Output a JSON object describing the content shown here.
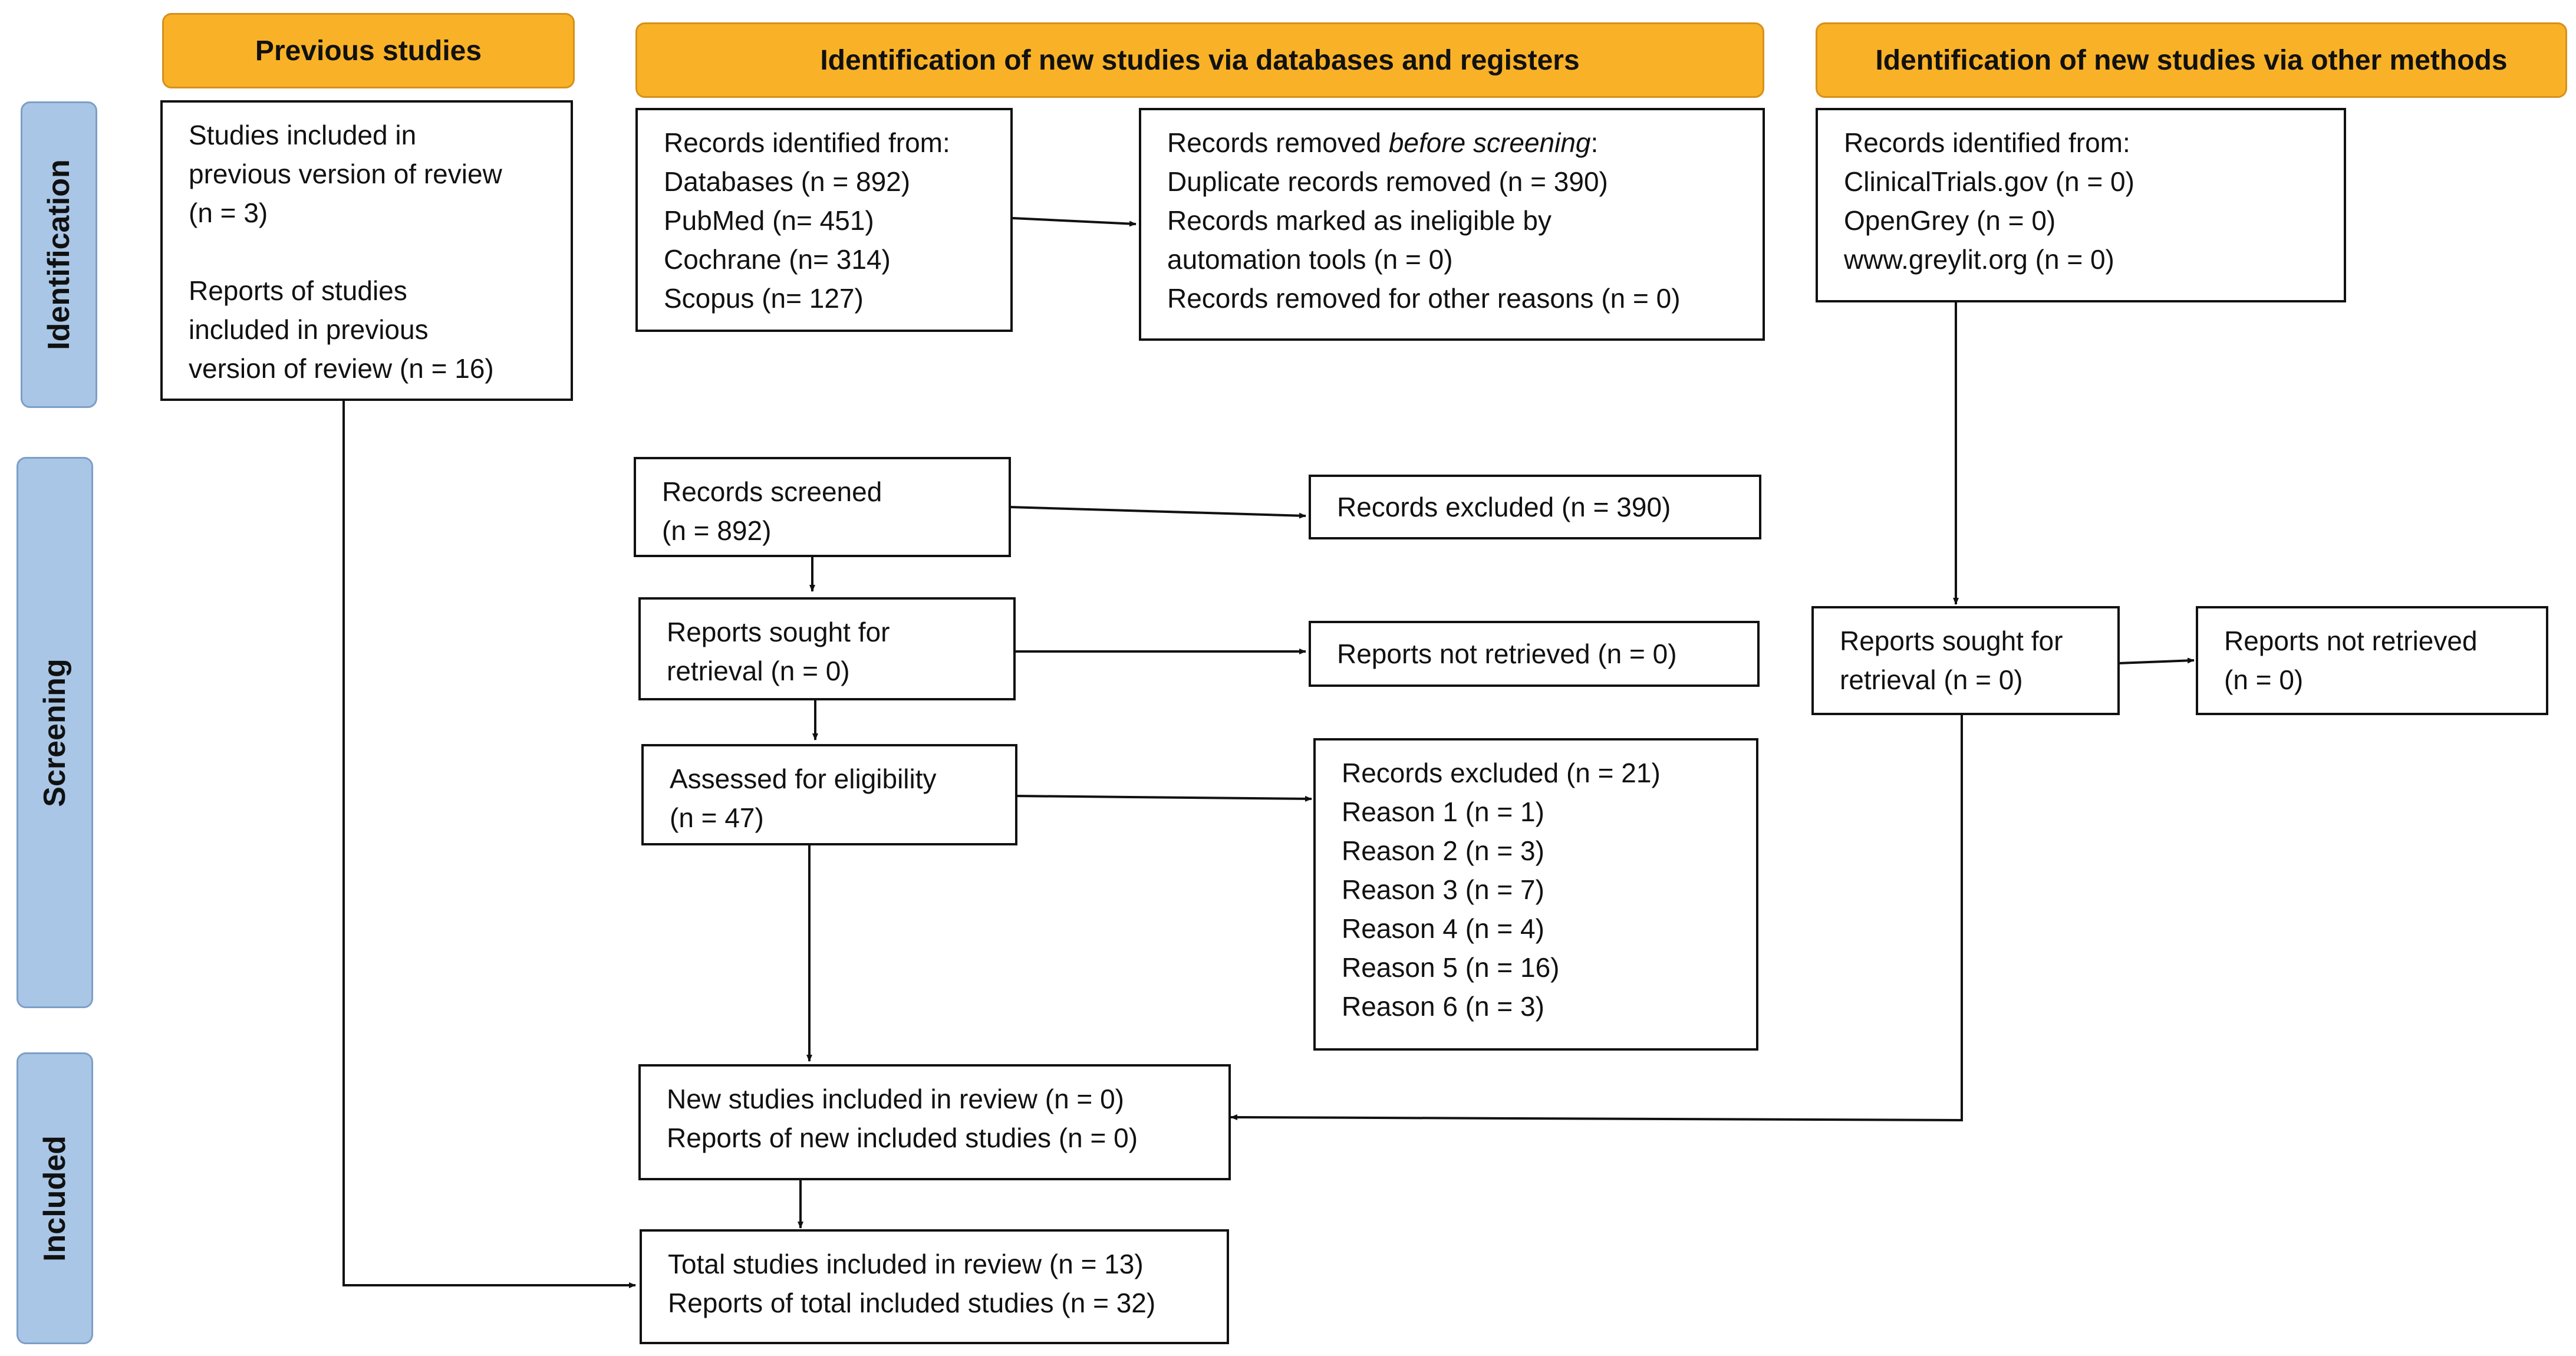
{
  "headers": {
    "previous": "Previous studies",
    "databases": "Identification of new studies via databases and registers",
    "other": "Identification of new studies via other methods"
  },
  "stages": {
    "identification": "Identification",
    "screening": "Screening",
    "included": "Included"
  },
  "boxes": {
    "previous_studies": {
      "line1": "Studies included in",
      "line2": "previous version of review",
      "line3": "(n = 3)",
      "line4": "Reports of studies",
      "line5": "included in previous",
      "line6": "version of review (n = 16)"
    },
    "records_identified": {
      "line1": "Records identified from:",
      "line2": "Databases (n = 892)",
      "line3": "PubMed (n= 451)",
      "line4": "Cochrane (n= 314)",
      "line5": "Scopus (n= 127)"
    },
    "records_removed": {
      "line1_pre": "Records removed ",
      "line1_em": "before screening",
      "line1_post": ":",
      "line2": "Duplicate records removed (n = 390)",
      "line3": "Records marked as ineligible by",
      "line4": "automation tools (n = 0)",
      "line5": "Records removed for other reasons (n = 0)"
    },
    "other_identified": {
      "line1": "Records identified from:",
      "line2": "ClinicalTrials.gov (n = 0)",
      "line3": "OpenGrey (n = 0)",
      "line4": "www.greylit.org (n = 0)"
    },
    "records_screened": {
      "line1": "Records screened",
      "line2": "(n =  892)"
    },
    "records_excluded": {
      "line1": "Records excluded (n =  390)"
    },
    "reports_sought": {
      "line1": "Reports sought for",
      "line2": "retrieval (n =  0)"
    },
    "reports_not_retrieved": {
      "line1": "Reports not retrieved (n =  0)"
    },
    "assessed": {
      "line1": "Assessed for eligibility",
      "line2": "(n =  47)"
    },
    "excluded_reasons": {
      "line1": "Records excluded (n = 21)",
      "line2": "Reason 1 (n = 1)",
      "line3": "Reason 2 (n = 3)",
      "line4": "Reason 3 (n = 7)",
      "line5": "Reason 4 (n = 4)",
      "line6": "Reason 5 (n = 16)",
      "line7": "Reason 6 (n = 3)"
    },
    "other_sought": {
      "line1": "Reports sought for",
      "line2": "retrieval (n = 0)"
    },
    "other_not_retrieved": {
      "line1": "Reports not retrieved",
      "line2": "(n =  0)"
    },
    "new_included": {
      "line1": "New studies included in review (n = 0)",
      "line2": "Reports of new included studies (n = 0)"
    },
    "total_included": {
      "line1": "Total studies included in review (n = 13)",
      "line2": "Reports of total included studies (n = 32)"
    }
  }
}
